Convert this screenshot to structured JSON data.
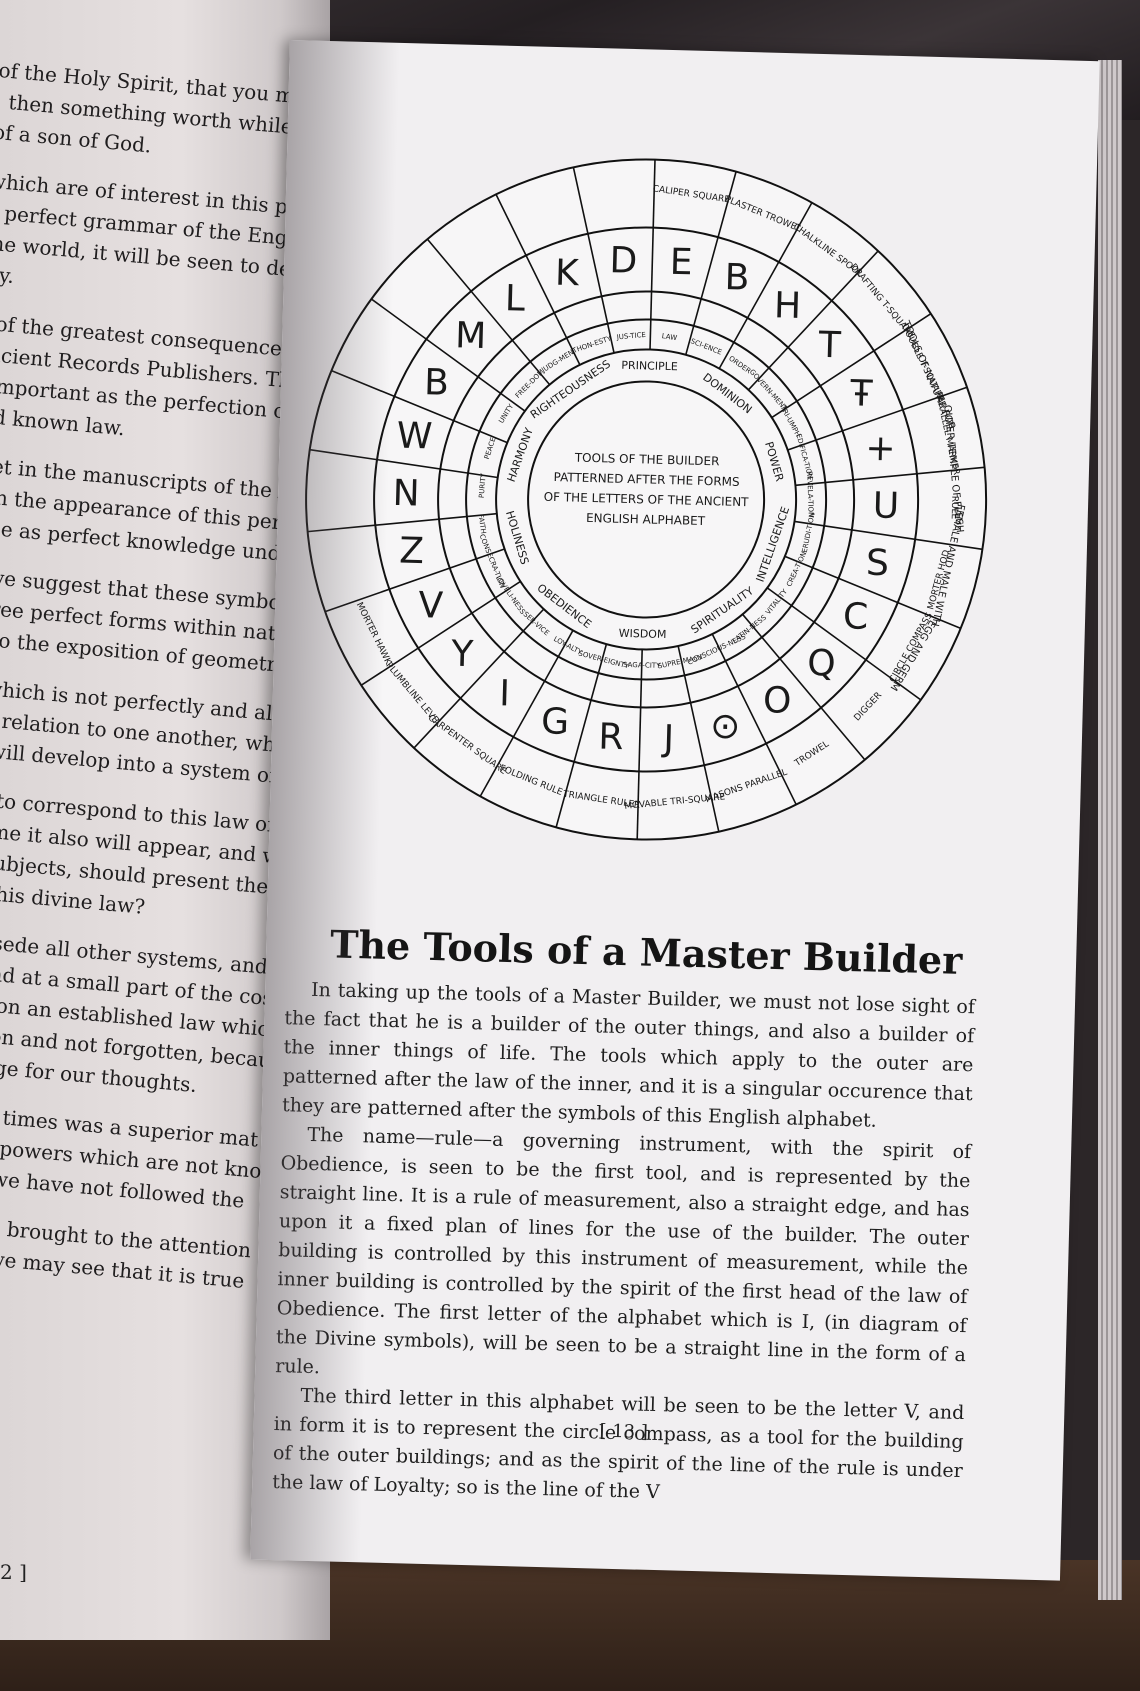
{
  "left_page": {
    "lines": [
      "of the Holy Spirit, that you may live an",
      ", then something worth while has been acco",
      "of a son of God.",
      "",
      "which are of interest in this preface,",
      "e perfect grammar of the English language",
      "the world, it will be seen to demand of",
      "lay.",
      "",
      "d of the greatest consequence, and is in",
      "Ancient Records Publishers. The symbols",
      "o important as the perfection of a language",
      "and known law.",
      "",
      "s yet in the manuscripts of the Ancient",
      "ut in the appearance of this perfect Eng",
      "ience as perfect knowledge under the d",
      "",
      ", if we suggest that these symbols of the",
      "e three perfect forms within nature, are",
      "key to the exposition of geometry in a",
      "",
      "ics, which is not perfectly and already",
      "ave a relation to one another, why ca",
      "hich will develop into a system of g",
      "",
      "nown to correspond to this law of th",
      "due time it also will appear, and wh",
      "such subjects, should present them",
      "ies of this divine law?",
      "",
      "l supersede all other systems, and",
      "time, and at a small part of the cost",
      "ased upon an established law which",
      "education and not forgotten, because",
      "anchorage for our thoughts.",
      "",
      "f ancient times was a superior mat",
      "ecrets of powers which are not kno",
      "because we have not followed the",
      "",
      "things are brought to the attention",
      "Spirit is, we may see that it is true",
      "."
    ],
    "page_number": "2 ]"
  },
  "diagram": {
    "center_lines": [
      "TOOLS OF THE BUILDER",
      "PATTERNED AFTER THE FORMS",
      "OF THE LETTERS OF THE ANCIENT",
      "ENGLISH ALPHABET"
    ],
    "category_labels": [
      "TOOLS OF NATURE FOR",
      "OUTER TEMPLE OF FLESH",
      "FEMALE AND MALE WITH",
      "EGG AND GERM"
    ],
    "virtues": [
      "PRINCIPLE",
      "DOMINION",
      "POWER",
      "INTELLIGENCE",
      "SPIRITUALITY",
      "WISDOM",
      "OBEDIENCE",
      "HOLINESS",
      "HARMONY",
      "RIGHTEOUSNESS"
    ],
    "small_virtues": [
      "LAW",
      "SCI-ENCE",
      "ORDER",
      "GOVERN-MENT",
      "TRI-UMPH",
      "EDIFICA-TION",
      "REVELA-TION",
      "ERUDI-TION",
      "CREA-TION",
      "VITALITY",
      "LATIN-NESS",
      "CONSCIOUS-NESS",
      "SUPRE-MACY",
      "SAGA-CITY",
      "SOVER-EIGNTY",
      "LOY-ALTY",
      "SER-VICE",
      "LOVELI-NESS",
      "CONSECRA-TION",
      "FAITH",
      "PURITY",
      "PEACE",
      "UNITY",
      "FREE-DOM",
      "JUDG-MENT",
      "HON-ESTY",
      "JUS-TICE"
    ],
    "letters": [
      "E",
      "B",
      "H",
      "T",
      "Ŧ",
      "+",
      "U",
      "S",
      "C",
      "Q",
      "O",
      "⊙",
      "J",
      "R",
      "G",
      "I",
      "Y",
      "V",
      "Z",
      "N",
      "W",
      "B",
      "M",
      "L",
      "K",
      "D"
    ],
    "tool_names": [
      "CALIPER SQUARE",
      "PLASTER TROWEL",
      "CHALKLINE SPOOL",
      "DRAFTING T-SQUARE",
      "DOUBLE T-SQUARE",
      "PARALLEL MARKER",
      "RULE",
      "MORTER HOD",
      "CIRCLE COMPASS",
      "DIGGER",
      "TROWEL",
      "MASONS PARALLEL",
      "MOVABLE TRI-SQUARE",
      "TRIANGLE RULER",
      "FOLDING RULE",
      "CARPENTER SQUARE",
      "PLUMBLINE LEVEL",
      "MORTER HAWK"
    ]
  },
  "right_page": {
    "title": "The Tools of a Master Builder",
    "paragraphs": [
      "In taking up the tools of a Master Builder, we must not lose sight of the fact that he is a builder of the outer things, and also a builder of the inner things of life. The tools which apply to the outer are patterned after the law of the inner, and it is a singular occurence that they are patterned after the symbols of this English alphabet.",
      "The name—rule—a governing instrument, with the spirit of Obedience, is seen to be the first tool, and is represented by the straight line. It is a rule of measurement, also a straight edge, and has upon it a fixed plan of lines for the use of the builder. The outer building is controlled by this instrument of measurement, while the inner building is controlled by the spirit of the first head of the law of Obedience. The first letter of the alphabet which is I, (in diagram of the Divine symbols), will be seen to be a straight line in the form of a rule.",
      "The third letter in this alphabet will be seen to be the letter V, and in form it is to represent the circle compass, as a tool for the building of the outer buildings; and as the spirit of the line of the rule is under the law of Loyalty; so is the line of the V"
    ],
    "page_number": "[ 13 ]"
  }
}
